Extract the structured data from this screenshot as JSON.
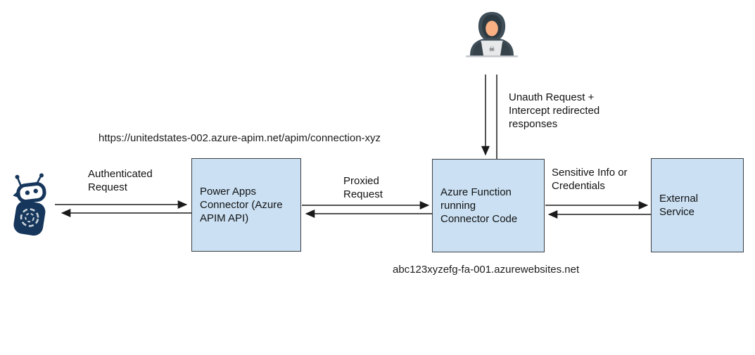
{
  "diagram": {
    "urls": {
      "apim": "https://unitedstates-002.azure-apim.net/apim/connection-xyz",
      "function_host": "abc123xyzefg-fa-001.azurewebsites.net"
    },
    "nodes": [
      {
        "id": "power-apps-connector",
        "lines": [
          "Power Apps",
          "Connector (Azure",
          "APIM API)"
        ]
      },
      {
        "id": "azure-function",
        "lines": [
          "Azure Function",
          "running",
          "Connector Code"
        ]
      },
      {
        "id": "external-service",
        "lines": [
          "External",
          "Service"
        ]
      }
    ],
    "actors": [
      {
        "id": "bot",
        "icon": "robot-icon"
      },
      {
        "id": "attacker",
        "icon": "hacker-icon"
      }
    ],
    "edge_labels": {
      "authenticated": [
        "Authenticated",
        "Request"
      ],
      "proxied": [
        "Proxied",
        "Request"
      ],
      "sensitive": [
        "Sensitive Info or",
        "Credentials"
      ],
      "unauth": [
        "Unauth Request +",
        "Intercept redirected",
        "responses"
      ]
    },
    "colors": {
      "node_fill": "#cbe0f2",
      "node_border": "#3a3f44",
      "arrow": "#1a1a1a",
      "robot_navy": "#16365c",
      "hacker_hood": "#3f4e57",
      "hacker_hood_inner": "#2e3a41",
      "hacker_face": "#f9b183",
      "laptop": "#e7e9ea",
      "desk": "#c3c7cb"
    }
  },
  "icons": {
    "skull_glyph": "☠"
  }
}
